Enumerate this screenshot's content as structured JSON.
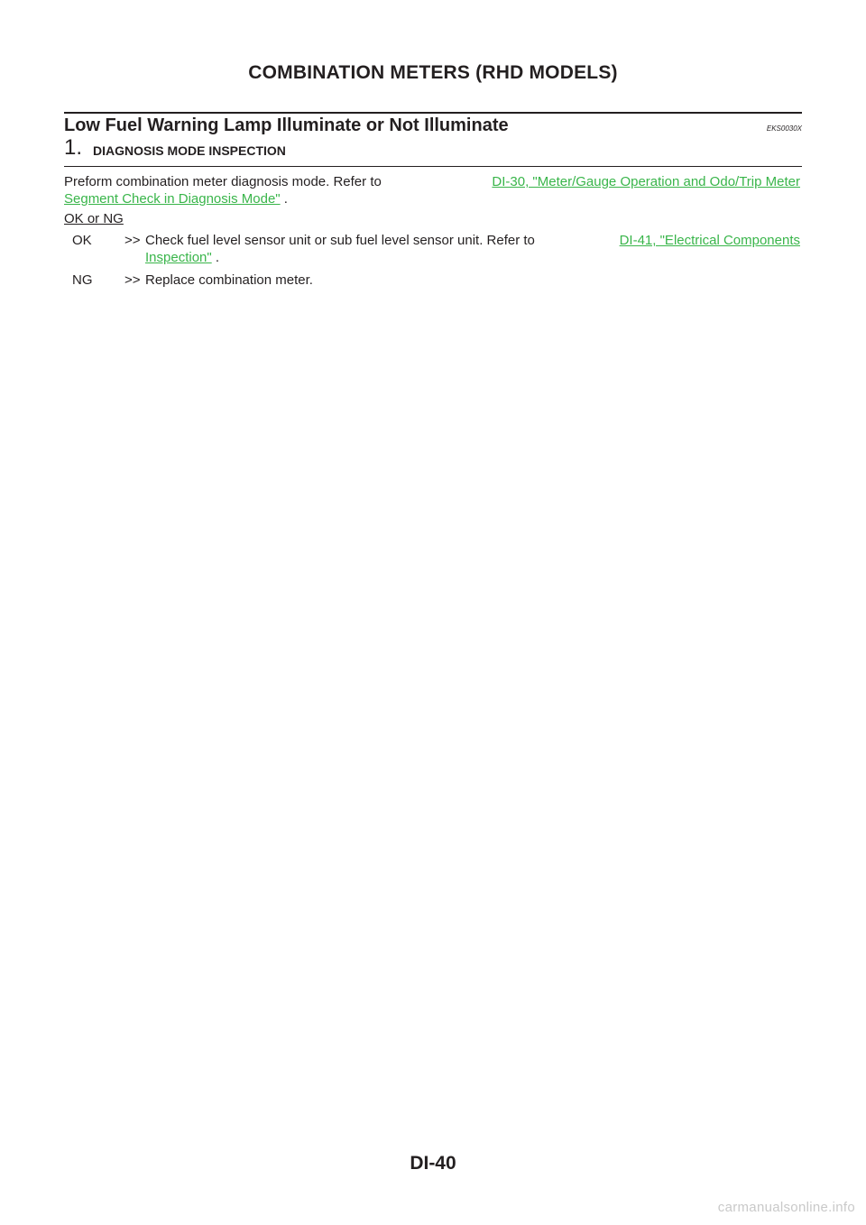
{
  "header": {
    "title": "COMBINATION METERS (RHD MODELS)"
  },
  "section": {
    "title": "Low Fuel Warning Lamp Illuminate or Not Illuminate",
    "code": "EKS0030X"
  },
  "step": {
    "number": "1.",
    "title": "DIAGNOSIS MODE INSPECTION"
  },
  "paragraph": {
    "lead": "Preform combination meter diagnosis mode. Refer to",
    "link_part1": "DI-30, \"Meter/Gauge Operation and Odo/Trip Meter",
    "link_part2": "Segment Check in Diagnosis Mode\"",
    "tail": " ."
  },
  "ok_ng_label": "OK or NG",
  "results": [
    {
      "key": "OK",
      "arrow": ">>",
      "text": "Check fuel level sensor unit or sub fuel level sensor unit. Refer to",
      "link_part1": "DI-41, \"Electrical Components",
      "link_part2": "Inspection\"",
      "tail": " ."
    },
    {
      "key": "NG",
      "arrow": ">>",
      "text": "Replace combination meter."
    }
  ],
  "footer": {
    "page_number": "DI-40",
    "watermark": "carmanualsonline.info"
  },
  "colors": {
    "link": "#39b54a",
    "text": "#231f20",
    "watermark": "#c9c9c9"
  }
}
